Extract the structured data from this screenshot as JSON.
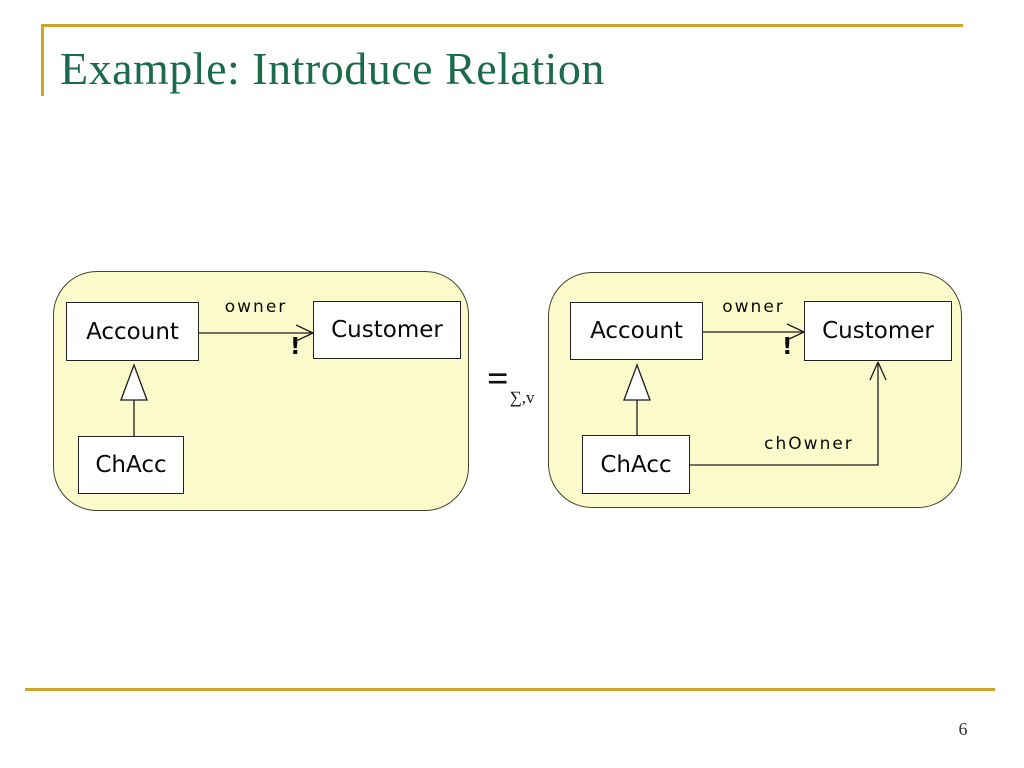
{
  "slide": {
    "title": "Example: Introduce Relation",
    "page_number": "6"
  },
  "equation": {
    "equals": "=",
    "subscript": "∑,v"
  },
  "diagram_left": {
    "account": "Account",
    "customer": "Customer",
    "chacc": "ChAcc",
    "owner_label": "owner",
    "owner_marker": "!"
  },
  "diagram_right": {
    "account": "Account",
    "customer": "Customer",
    "chacc": "ChAcc",
    "owner_label": "owner",
    "owner_marker": "!",
    "chowner_label": "chOwner"
  },
  "colors": {
    "accent_gold": "#cfa42d",
    "title_green": "#1b6b4b",
    "panel_fill": "#fbfacb",
    "panel_border": "#44442e"
  }
}
